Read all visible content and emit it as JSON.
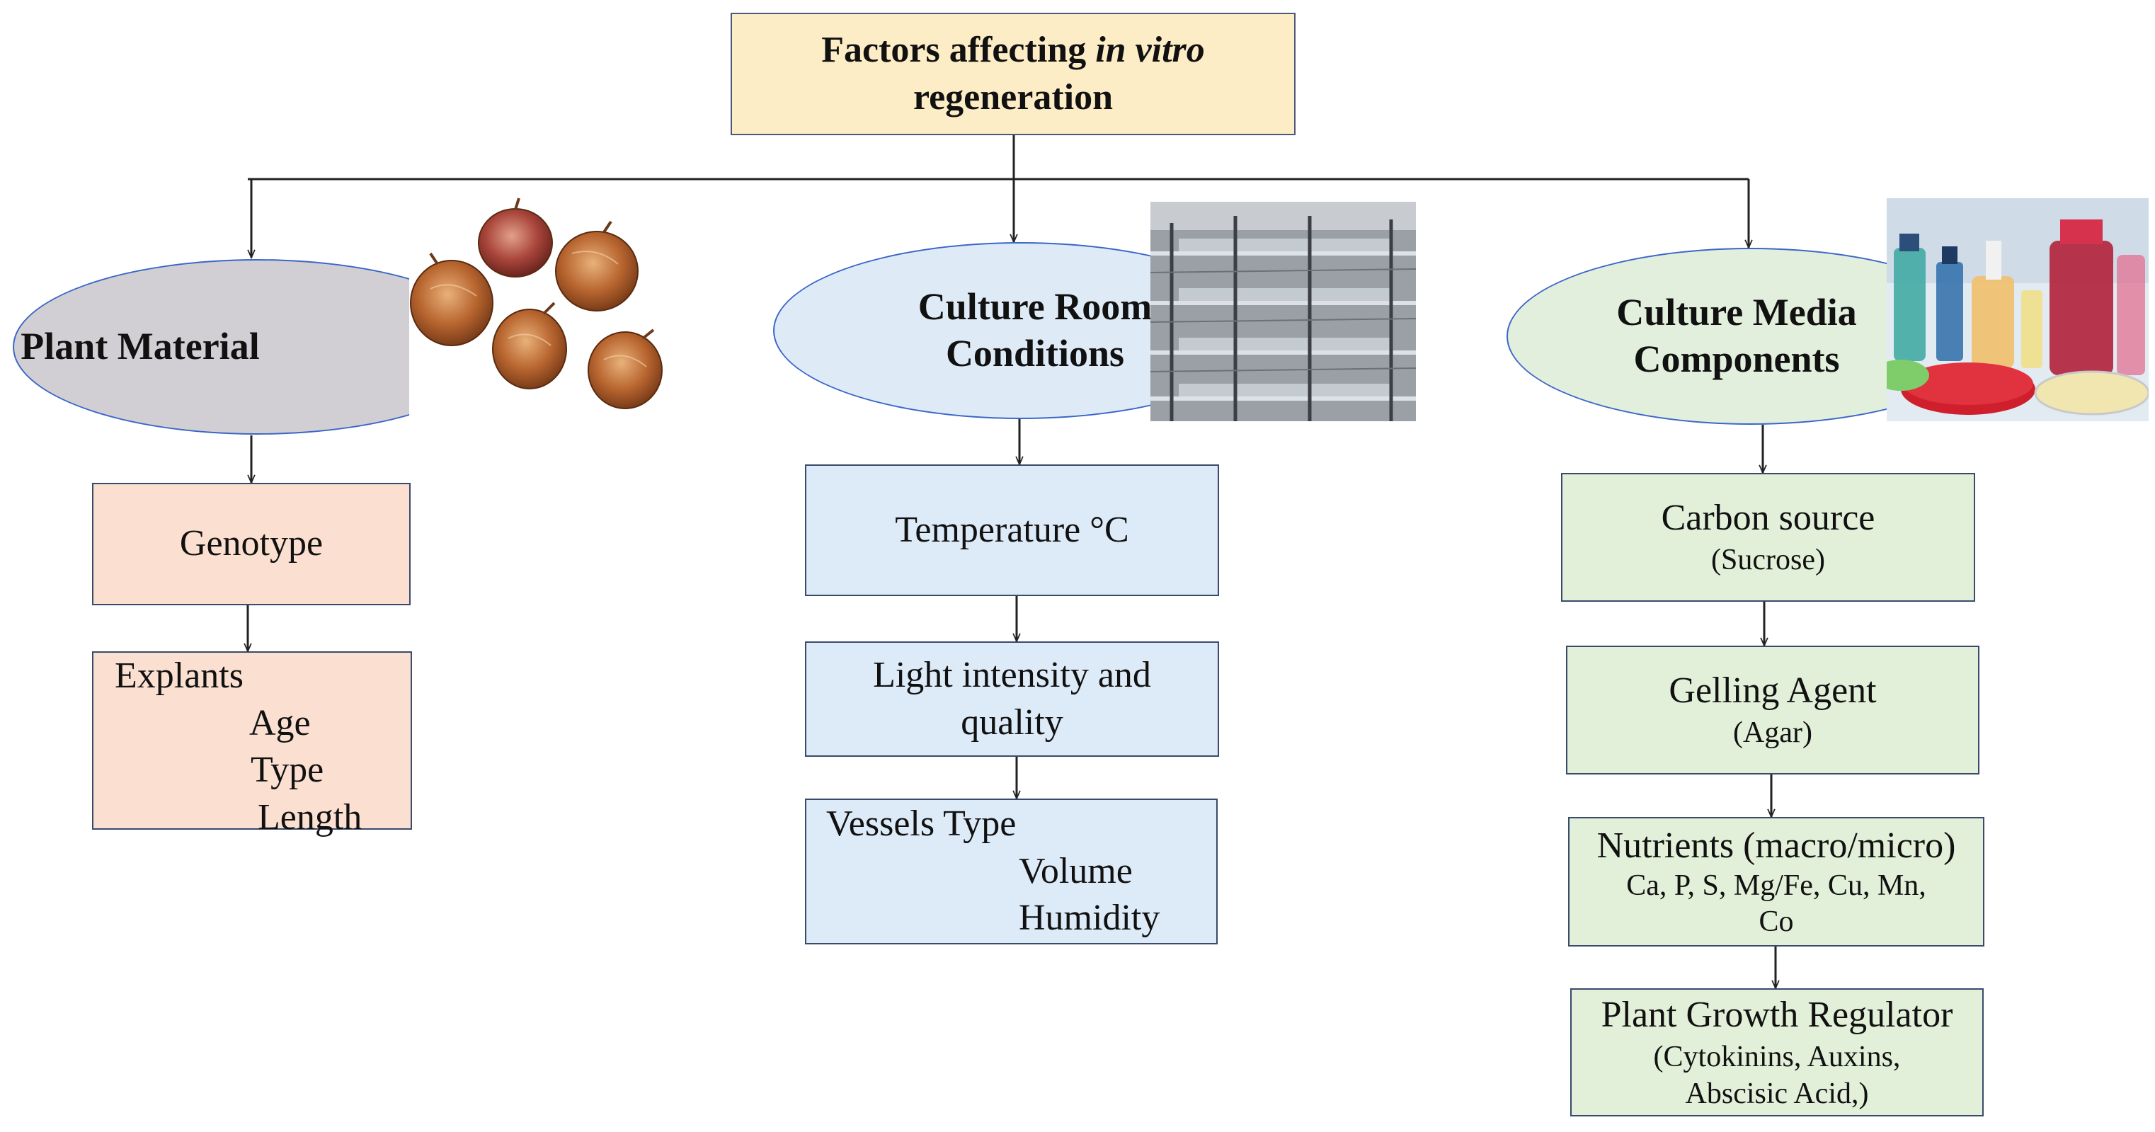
{
  "title": {
    "prefix": "Factors affecting ",
    "italic": "in vitro",
    "line2": "regeneration"
  },
  "branches": {
    "plant_material": {
      "label": "Plant Material",
      "boxes": {
        "genotype": "Genotype",
        "explants": "Explants",
        "age": "Age",
        "type": "Type",
        "length": "Length"
      }
    },
    "culture_room": {
      "label_line1": "Culture Room",
      "label_line2": "Conditions",
      "boxes": {
        "temperature": "Temperature °C",
        "light_line1": "Light intensity and",
        "light_line2": "quality",
        "vessels": "Vessels Type",
        "volume": "Volume",
        "humidity": "Humidity"
      }
    },
    "culture_media": {
      "label_line1": "Culture Media",
      "label_line2": "Components",
      "boxes": {
        "carbon": "Carbon source",
        "carbon_sub": "(Sucrose)",
        "gelling": "Gelling Agent",
        "gelling_sub": "(Agar)",
        "nutrients": "Nutrients (macro/micro)",
        "nutrients_sub1": "Ca, P, S, Mg/Fe,  Cu, Mn,",
        "nutrients_sub2": "Co",
        "pgr": "Plant Growth Regulator",
        "pgr_sub1": "(Cytokinins, Auxins,",
        "pgr_sub2": "Abscisic Acid,)"
      }
    }
  },
  "colors": {
    "title_fill": "#fdedc6",
    "plant_fill": "#d1cfd3",
    "room_fill": "#deebf7",
    "media_fill": "#e2efdc",
    "plant_box_fill": "#fbe0d1",
    "room_box_fill": "#ddeaf7",
    "media_box_fill": "#e2f0d9"
  }
}
